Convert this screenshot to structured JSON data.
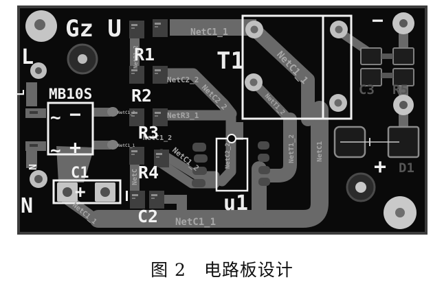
{
  "figure": {
    "caption_label": "图 2",
    "caption_title": "电路板设计"
  },
  "board": {
    "title": "Gz U",
    "labels": {
      "l": "L",
      "n_big": "N",
      "n_side": "N",
      "l_side": "L",
      "mb10s": "MB10S",
      "c1": "C1",
      "r1": "R1",
      "r2": "R2",
      "r3": "R3",
      "r4": "R4",
      "c2": "C2",
      "t1": "T1",
      "u1": "u1",
      "c3": "C3",
      "r5": "R5",
      "d1": "D1"
    },
    "symbols": {
      "minus_topright": "−",
      "minus_mb10s": "−",
      "plus_mb10s": "+",
      "ac_top": "~",
      "ac_bottom": "~",
      "plus_c1": "+",
      "plus_d1": "+"
    },
    "net_labels": {
      "top_horizontal": "NetC1_1",
      "bottom_horizontal": "NetC1_1",
      "c1_diagonal": "NetC1_1",
      "t1_diagonal": "NetC1_1",
      "t1_secondary": "NetT1_2",
      "t1_left_vertical": "NetT1_2",
      "t1_right_vertical": "NetC1",
      "r1_vertical": "NetR1_2",
      "r2_horizontal": "NetC2_2",
      "r2_diagonal": "NetC2_2",
      "r3_horizontal": "NetR3_1",
      "r4_horizontal": "NetC1_2",
      "r4_diagonal": "NetC1_2",
      "r4_vertical": "NetC",
      "u1_vertical": "NetC2_2",
      "mb10s_right_top": "NetC1_2",
      "mb10s_right_bottom": "NetC1_1"
    },
    "colors": {
      "board": "#0a0a0a",
      "trace": "#696969",
      "silkscreen": "#f2f2f2",
      "pad": "#c5c5c5",
      "net_text": "#a8a8a8"
    }
  }
}
